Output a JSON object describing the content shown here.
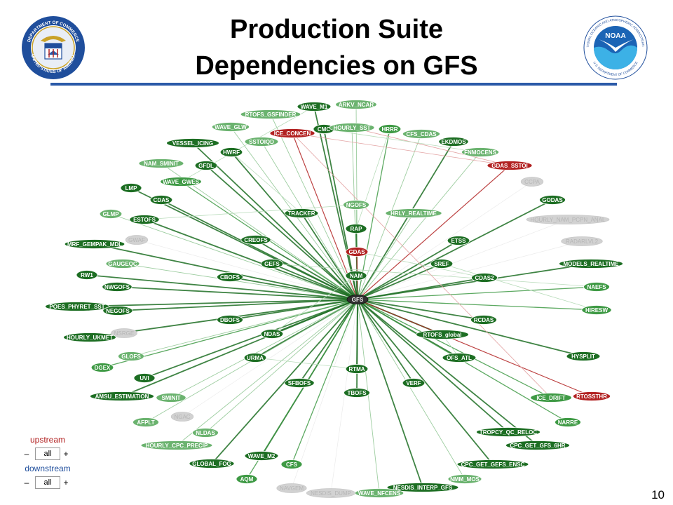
{
  "slide": {
    "title_line1": "Production Suite",
    "title_line2": "Dependencies on GFS",
    "page_number": "10"
  },
  "logos": {
    "left": {
      "text_top": "DEPARTMENT OF COMMERCE",
      "text_bottom": "UNITED STATES OF AMERICA"
    },
    "right": {
      "text_top": "NATIONAL OCEANIC AND ATMOSPHERIC ADMINISTRATION",
      "text_bottom": "U.S. DEPARTMENT OF COMMERCE",
      "text_center": "NOAA"
    }
  },
  "colors": {
    "dark_green": "#1d6e23",
    "mid_green": "#3f9a45",
    "light_green": "#6bb36f",
    "red": "#b22222",
    "gray": "#d2d2d2",
    "center": "#303030",
    "rule_blue": "#2b5aa8"
  },
  "controls": {
    "upstream_label": "upstream",
    "downstream_label": "downstream",
    "minus": "–",
    "plus": "+",
    "upstream_value": "all",
    "downstream_value": "all"
  },
  "graph": {
    "center": "GFS",
    "nodes": [
      {
        "id": "WAVE_M1",
        "kind": "dark"
      },
      {
        "id": "ARKV_NCAR",
        "kind": "light"
      },
      {
        "id": "RTOFS_GSFINDER",
        "kind": "light"
      },
      {
        "id": "WAVE_GLW",
        "kind": "light"
      },
      {
        "id": "ICE_CONCEN",
        "kind": "red"
      },
      {
        "id": "CMC",
        "kind": "dark"
      },
      {
        "id": "HOURLY_SST",
        "kind": "light"
      },
      {
        "id": "HRRR",
        "kind": "mid"
      },
      {
        "id": "CFS_CDAS",
        "kind": "light"
      },
      {
        "id": "SSTOIQD",
        "kind": "light"
      },
      {
        "id": "EKDMOS",
        "kind": "dark"
      },
      {
        "id": "VESSEL_ICING",
        "kind": "dark"
      },
      {
        "id": "HWRF",
        "kind": "dark"
      },
      {
        "id": "FNMOCENS",
        "kind": "light"
      },
      {
        "id": "NAM_SMINIT",
        "kind": "light"
      },
      {
        "id": "GFDL",
        "kind": "dark"
      },
      {
        "id": "GDAS_SSTOI",
        "kind": "red"
      },
      {
        "id": "WAVE_GWES",
        "kind": "mid"
      },
      {
        "id": "CCPA",
        "kind": "gray"
      },
      {
        "id": "LMP",
        "kind": "dark"
      },
      {
        "id": "CDAS",
        "kind": "dark"
      },
      {
        "id": "GODAS",
        "kind": "dark"
      },
      {
        "id": "GLMP",
        "kind": "light"
      },
      {
        "id": "TRACKER",
        "kind": "dark"
      },
      {
        "id": "NGOFS",
        "kind": "light"
      },
      {
        "id": "HRLY_REALTIME",
        "kind": "light"
      },
      {
        "id": "ESTOFS",
        "kind": "dark"
      },
      {
        "id": "HOURLY_NAM_PCPN_ANAL",
        "kind": "gray"
      },
      {
        "id": "RAP",
        "kind": "dark"
      },
      {
        "id": "GWAF",
        "kind": "gray"
      },
      {
        "id": "MRF_GEMPAK_MDL",
        "kind": "dark"
      },
      {
        "id": "CREOFS",
        "kind": "dark"
      },
      {
        "id": "ETSS",
        "kind": "dark"
      },
      {
        "id": "RADARLVL2",
        "kind": "gray"
      },
      {
        "id": "GDAS",
        "kind": "red"
      },
      {
        "id": "GAUGEQC",
        "kind": "light"
      },
      {
        "id": "GEFS",
        "kind": "dark"
      },
      {
        "id": "SREF",
        "kind": "dark"
      },
      {
        "id": "MODELS_REALTIME",
        "kind": "dark"
      },
      {
        "id": "RW1",
        "kind": "dark"
      },
      {
        "id": "NAM",
        "kind": "dark"
      },
      {
        "id": "CBOFS",
        "kind": "dark"
      },
      {
        "id": "CDAS2",
        "kind": "dark"
      },
      {
        "id": "NWGOFS",
        "kind": "dark"
      },
      {
        "id": "NAEFS",
        "kind": "mid"
      },
      {
        "id": "POES_PHYRET_SST",
        "kind": "dark"
      },
      {
        "id": "NEGOFS",
        "kind": "dark"
      },
      {
        "id": "HIRESW",
        "kind": "mid"
      },
      {
        "id": "DBOFS",
        "kind": "dark"
      },
      {
        "id": "RCDAS",
        "kind": "dark"
      },
      {
        "id": "NSRGE",
        "kind": "gray"
      },
      {
        "id": "HOURLY_UKMET",
        "kind": "dark"
      },
      {
        "id": "NDAS",
        "kind": "dark"
      },
      {
        "id": "RTOFS_global",
        "kind": "dark"
      },
      {
        "id": "GLOFS",
        "kind": "light"
      },
      {
        "id": "URMA",
        "kind": "dark"
      },
      {
        "id": "OFS_ATL",
        "kind": "dark"
      },
      {
        "id": "HYSPLIT",
        "kind": "dark"
      },
      {
        "id": "DGEX",
        "kind": "mid"
      },
      {
        "id": "RTMA",
        "kind": "dark"
      },
      {
        "id": "UVI",
        "kind": "dark"
      },
      {
        "id": "SFBOFS",
        "kind": "dark"
      },
      {
        "id": "VERF",
        "kind": "dark"
      },
      {
        "id": "TBOFS",
        "kind": "dark"
      },
      {
        "id": "AMSU_ESTIMATION",
        "kind": "dark"
      },
      {
        "id": "SMINIT",
        "kind": "light"
      },
      {
        "id": "ICE_DRIFT",
        "kind": "mid"
      },
      {
        "id": "RTOSSTHR",
        "kind": "red"
      },
      {
        "id": "NGAC",
        "kind": "gray"
      },
      {
        "id": "AFPLT",
        "kind": "light"
      },
      {
        "id": "NARRE",
        "kind": "mid"
      },
      {
        "id": "NLDAS",
        "kind": "light"
      },
      {
        "id": "TROPCY_QC_RELOC",
        "kind": "dark"
      },
      {
        "id": "HOURLY_CPC_PRECIP",
        "kind": "light"
      },
      {
        "id": "CPC_GET_GFS_6HR",
        "kind": "dark"
      },
      {
        "id": "WAVE_M2",
        "kind": "dark"
      },
      {
        "id": "GLOBAL_FOG",
        "kind": "dark"
      },
      {
        "id": "CFS",
        "kind": "mid"
      },
      {
        "id": "CPC_GET_GEFS_ENSC",
        "kind": "dark"
      },
      {
        "id": "NMM_MOS",
        "kind": "light"
      },
      {
        "id": "AQM",
        "kind": "mid"
      },
      {
        "id": "NAVGEM",
        "kind": "gray"
      },
      {
        "id": "NESDIS_INTERP_GFS",
        "kind": "dark"
      },
      {
        "id": "NESDIS_DUMP",
        "kind": "gray"
      },
      {
        "id": "WAVE_NFCENS",
        "kind": "light"
      }
    ]
  }
}
